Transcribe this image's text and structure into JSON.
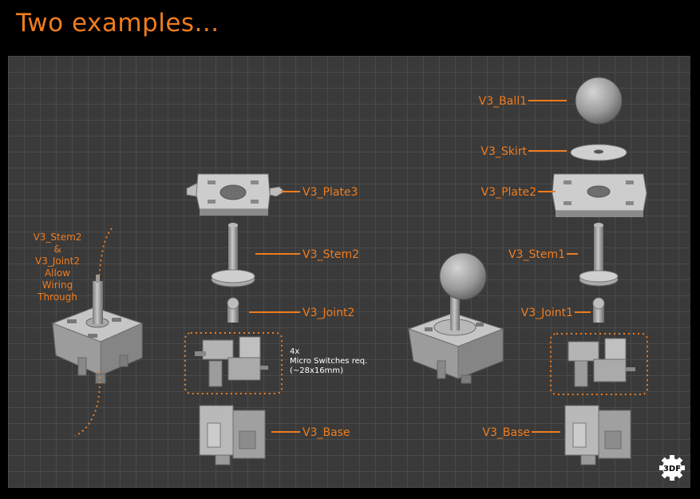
{
  "title": "Two examples...",
  "accent_color": "#f07c1e",
  "background_color": "#000000",
  "grid_color": "#3a3a3a",
  "left_note": [
    "V3_Stem2",
    "&",
    "V3_Joint2",
    "Allow",
    "Wiring",
    "Through"
  ],
  "example1": {
    "labels": {
      "plate": "V3_Plate3",
      "stem": "V3_Stem2",
      "joint": "V3_Joint2",
      "base": "V3_Base"
    },
    "requirement": [
      "4x",
      "Micro Switches req.",
      "(~28x16mm)"
    ]
  },
  "example2": {
    "labels": {
      "ball": "V3_Ball1",
      "skirt": "V3_Skirt",
      "plate": "V3_Plate2",
      "stem": "V3_Stem1",
      "joint": "V3_Joint1",
      "base": "V3_Base"
    }
  },
  "logo_text": "3DF"
}
